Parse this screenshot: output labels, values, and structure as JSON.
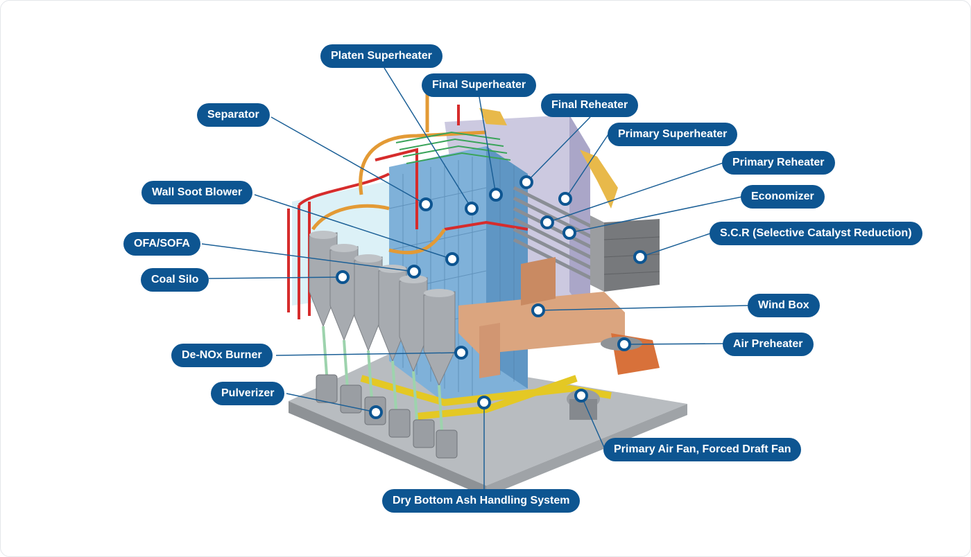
{
  "diagram": {
    "accent_color": "#0d5591",
    "labels": {
      "platen_superheater": "Platen Superheater",
      "final_superheater": "Final Superheater",
      "final_reheater": "Final Reheater",
      "separator": "Separator",
      "primary_superheater": "Primary Superheater",
      "primary_reheater": "Primary Reheater",
      "wall_soot_blower": "Wall Soot Blower",
      "economizer": "Economizer",
      "ofa_sofa": "OFA/SOFA",
      "scr": "S.C.R (Selective Catalyst Reduction)",
      "coal_silo": "Coal Silo",
      "wind_box": "Wind Box",
      "air_preheater": "Air Preheater",
      "de_nox_burner": "De-NOx Burner",
      "pulverizer": "Pulverizer",
      "primary_air_fan": "Primary Air Fan, Forced Draft Fan",
      "dry_bottom_ash": "Dry Bottom Ash Handling System"
    }
  }
}
